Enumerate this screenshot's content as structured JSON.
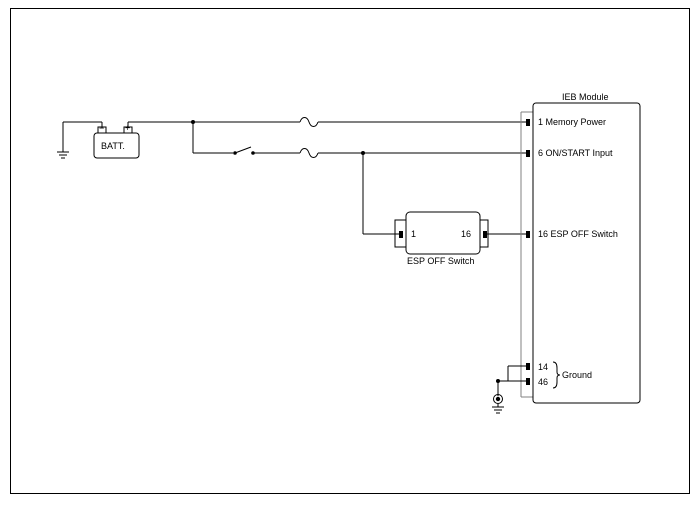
{
  "battery": {
    "label": "BATT.",
    "neg": "−",
    "pos": "+"
  },
  "module": {
    "title": "IEB Module",
    "pins": [
      {
        "text": "1 Memory Power"
      },
      {
        "text": "6 ON/START Input"
      },
      {
        "text": "16 ESP OFF Switch"
      },
      {
        "text": "14"
      },
      {
        "text": "46"
      }
    ],
    "ground_label": "Ground"
  },
  "esp_switch": {
    "title": "ESP OFF Switch",
    "pin_left": "1",
    "pin_right": "16"
  }
}
